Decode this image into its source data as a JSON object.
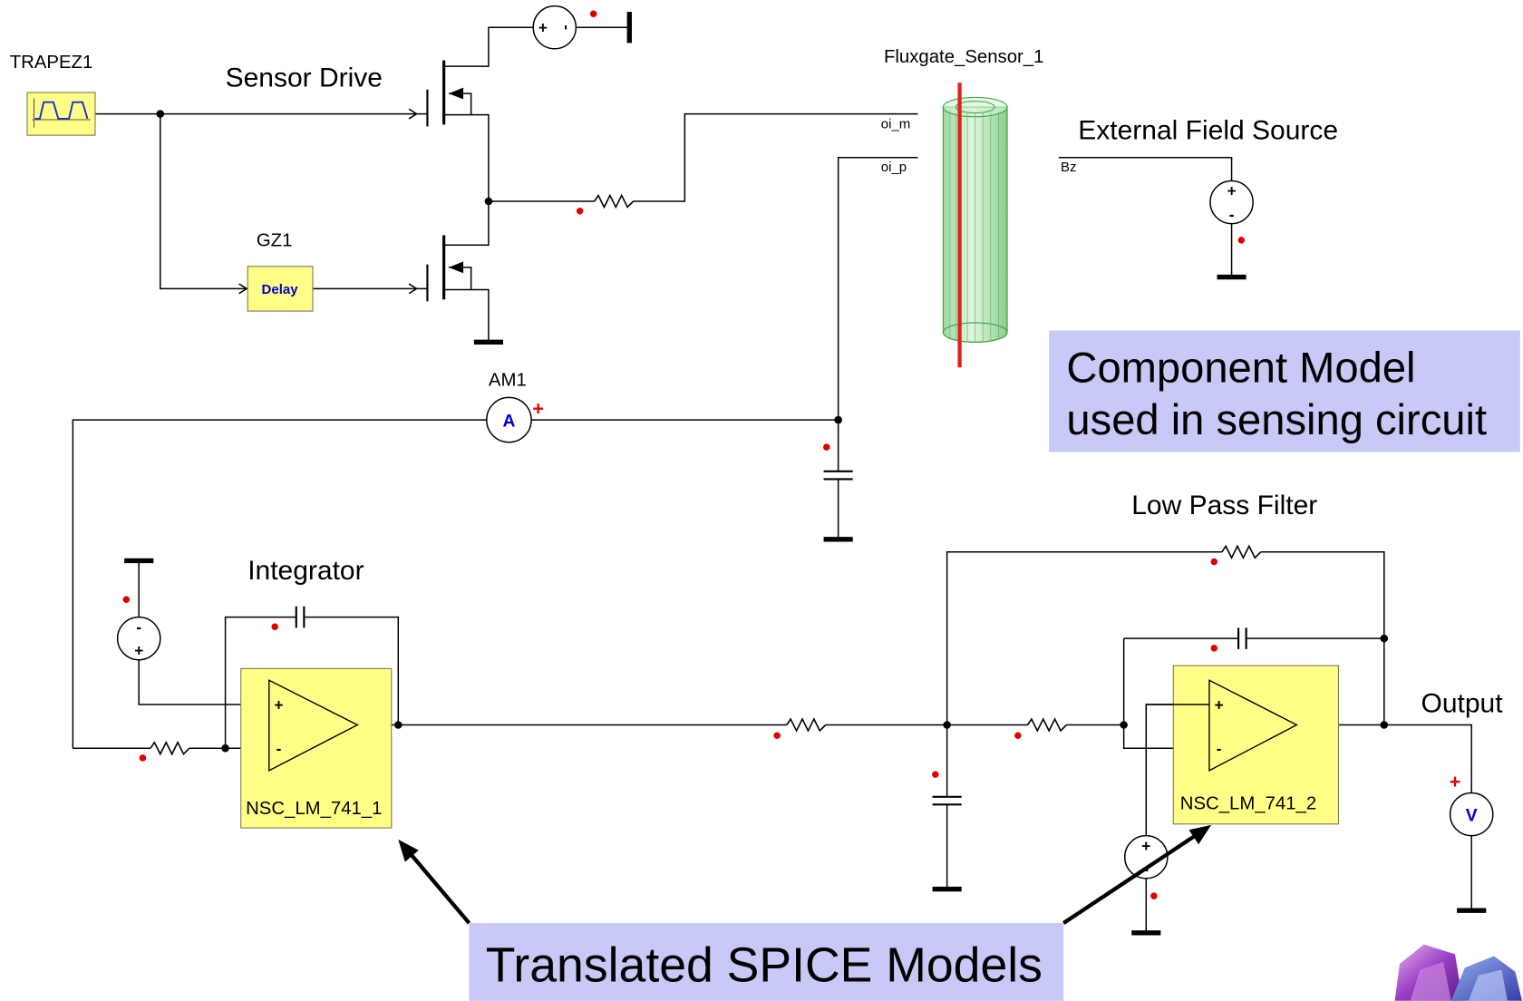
{
  "diagram": {
    "source_label": "TRAPEZ1",
    "sensor_drive_title": "Sensor Drive",
    "delay_name": "GZ1",
    "delay_text": "Delay",
    "sensor_name": "Fluxgate_Sensor_1",
    "pin_m": "oi_m",
    "pin_p": "oi_p",
    "field_source_title": "External Field Source",
    "field_pin": "Bz",
    "ammeter_name": "AM1",
    "ammeter_symbol": "A",
    "voltmeter_symbol": "V",
    "integrator_title": "Integrator",
    "filter_title": "Low Pass Filter",
    "output_title": "Output",
    "opamp1_name": "NSC_LM_741_1",
    "opamp2_name": "NSC_LM_741_2"
  },
  "signs": {
    "plus": "+",
    "minus": "-"
  },
  "callouts": {
    "component_model_line1": "Component Model",
    "component_model_line2": "used in sensing circuit",
    "spice_models": "Translated SPICE Models"
  },
  "colors": {
    "block_fill": "#ffff88",
    "callout_fill": "#c8c9f6",
    "probe_marker": "#e00000",
    "meter_text": "#0000cc",
    "sensor_core": "#e02020",
    "sensor_coil": "#5ec85e"
  }
}
